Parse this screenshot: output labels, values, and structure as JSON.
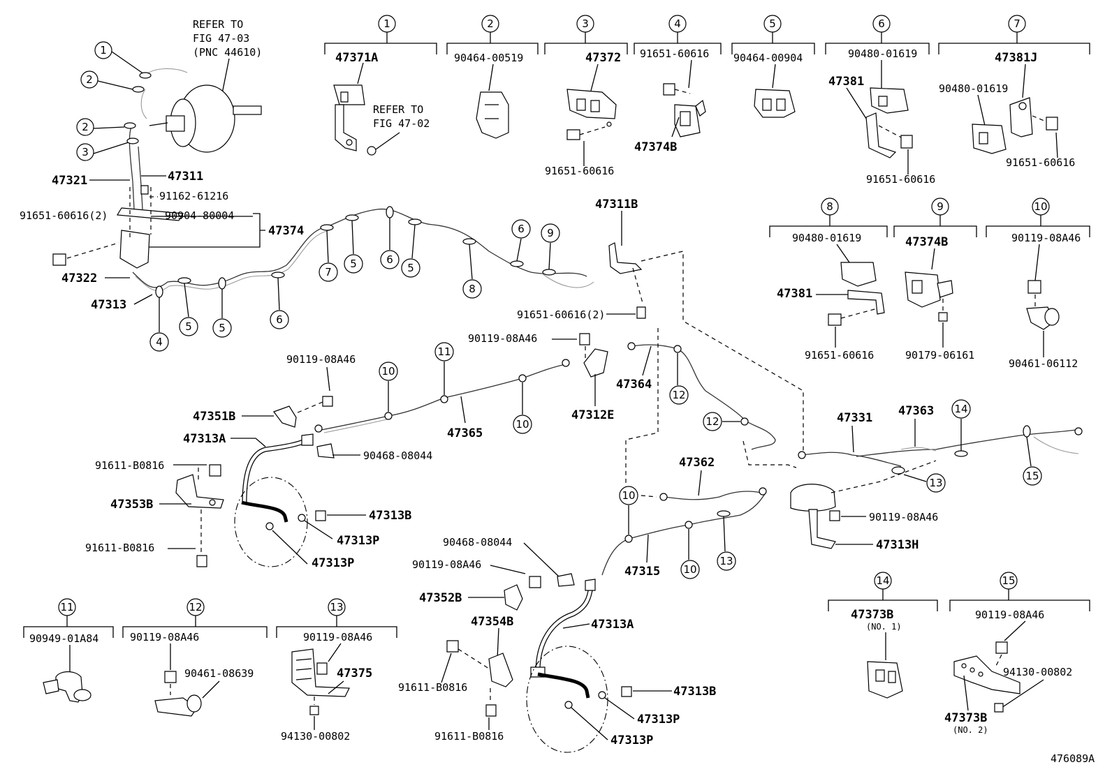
{
  "refs": {
    "booster_ref": [
      "REFER TO",
      "FIG 47-03",
      "(PNC 44610)"
    ],
    "clamp_ref": [
      "REFER TO",
      "FIG 47-02"
    ]
  },
  "callouts": {
    "c1": "1",
    "c2": "2",
    "c3": "3",
    "c4": "4",
    "c5": "5",
    "c6": "6",
    "c7": "7",
    "c8": "8",
    "c9": "9",
    "c10": "10",
    "c11": "11",
    "c12": "12",
    "c13": "13",
    "c14": "14",
    "c15": "15"
  },
  "top_groups": {
    "g1": {
      "num": "1",
      "parts": [
        "47371A"
      ]
    },
    "g2": {
      "num": "2",
      "parts": [
        "90464-00519"
      ]
    },
    "g3": {
      "num": "3",
      "parts": [
        "47372",
        "91651-60616"
      ]
    },
    "g4": {
      "num": "4",
      "parts": [
        "91651-60616",
        "47374B"
      ]
    },
    "g5": {
      "num": "5",
      "parts": [
        "90464-00904"
      ]
    },
    "g6": {
      "num": "6",
      "parts": [
        "90480-01619",
        "47381",
        "91651-60616"
      ]
    },
    "g7": {
      "num": "7",
      "parts": [
        "47381J",
        "90480-01619",
        "91651-60616"
      ]
    },
    "g8": {
      "num": "8",
      "parts": [
        "90480-01619",
        "47381",
        "91651-60616"
      ]
    },
    "g9": {
      "num": "9",
      "parts": [
        "47374B",
        "90179-06161"
      ]
    },
    "g10": {
      "num": "10",
      "parts": [
        "90119-08A46",
        "90461-06112"
      ]
    },
    "g11": {
      "num": "11",
      "parts": [
        "90949-01A84"
      ]
    },
    "g12": {
      "num": "12",
      "parts": [
        "90119-08A46",
        "90461-08639"
      ]
    },
    "g13": {
      "num": "13",
      "parts": [
        "90119-08A46",
        "47375",
        "94130-00802"
      ]
    },
    "g14": {
      "num": "14",
      "parts": [
        "47373B",
        "(NO. 1)"
      ]
    },
    "g15": {
      "num": "15",
      "parts": [
        "90119-08A46",
        "94130-00802",
        "47373B",
        "(NO. 2)"
      ]
    }
  },
  "labels": {
    "p47321": "47321",
    "p47311": "47311",
    "p91162": "91162-61216",
    "p91651_2a": "91651-60616(2)",
    "p90904": "90904-80004",
    "p47374": "47374",
    "p47322": "47322",
    "p47313": "47313",
    "p47311B": "47311B",
    "p91651_2b": "91651-60616(2)",
    "p90119_a": "90119-08A46",
    "p47351B": "47351B",
    "p47313A_a": "47313A",
    "p90468_a": "90468-08044",
    "p91611_a": "91611-B0816",
    "p47353B": "47353B",
    "p47313B_a": "47313B",
    "p47313P_a": "47313P",
    "p47313P_b": "47313P",
    "p91611_b": "91611-B0816",
    "p47365": "47365",
    "p90119_b": "90119-08A46",
    "p47312E": "47312E",
    "p47364": "47364",
    "p47331": "47331",
    "p47363": "47363",
    "p47362": "47362",
    "p90119_c": "90119-08A46",
    "p47313H": "47313H",
    "p47315": "47315",
    "p90468_b": "90468-08044",
    "p90119_d": "90119-08A46",
    "p47352B": "47352B",
    "p47354B": "47354B",
    "p91611_c": "91611-B0816",
    "p91611_d": "91611-B0816",
    "p47313A_b": "47313A",
    "p47313B_b": "47313B",
    "p47313P_c": "47313P",
    "p47313P_d": "47313P",
    "figure_id": "476089A"
  }
}
